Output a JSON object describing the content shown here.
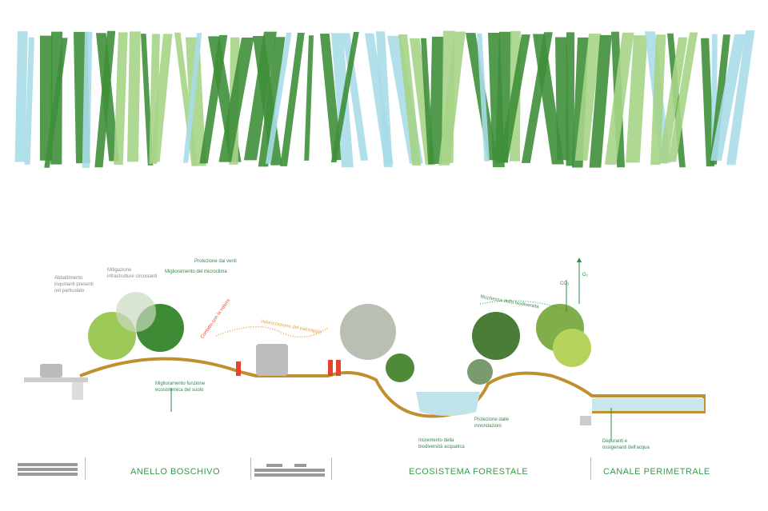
{
  "plan": {
    "colors": {
      "green": "#3f8f3a",
      "light_green": "#a6d487",
      "water": "#a9dbe8"
    }
  },
  "section": {
    "annotations": {
      "pollutants": "Abbattimento inquinanti presenti nel particolato",
      "mitigation": "Mitigazione infrastrutture circostanti",
      "wind": "Protezione dai venti",
      "microclimate": "Miglioramento del microclima",
      "nature_contact": "Contatto con la natura",
      "landscape": "Valorizzazione del paesaggio",
      "biodiversity": "Ricchezza della biodiversità",
      "soil": "Miglioramento funzione ecosistemica del suolo",
      "aquatic": "Incremento della biodiversità acquatica",
      "flood": "Protezione dalle innondazioni",
      "water": "Depuranti e ossigenanti dell'acqua",
      "co2": "CO₂",
      "o2": "O₂"
    },
    "zones": [
      {
        "label": "ANELLO BOSCHIVO"
      },
      {
        "label": "ECOSISTEMA FORESTALE"
      },
      {
        "label": "CANALE PERIMETRALE"
      }
    ]
  }
}
